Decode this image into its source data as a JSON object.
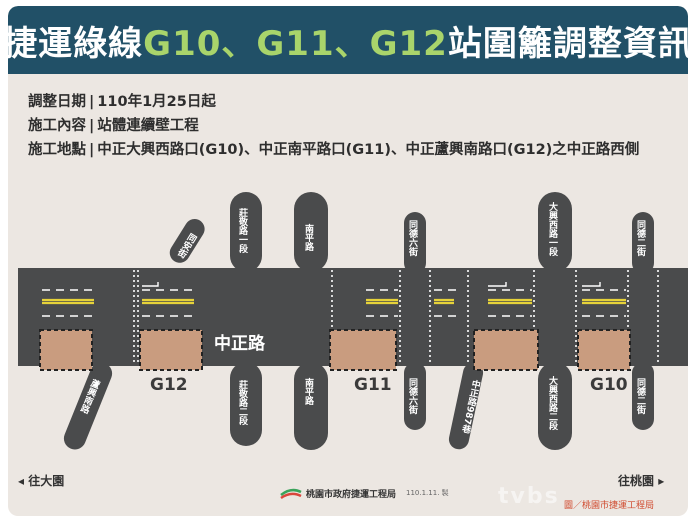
{
  "title": {
    "prefix": "捷運綠線",
    "highlight": "G10、G11、G12",
    "suffix": "站圍籬調整資訊"
  },
  "info": [
    {
      "label": "調整日期",
      "value": "110年1月25日起"
    },
    {
      "label": "施工內容",
      "value": "站體連續壁工程"
    },
    {
      "label": "施工地點",
      "value": "中正大興西路口(G10)、中正南平路口(G11)、中正蘆興南路口(G12)之中正路西側"
    }
  ],
  "map": {
    "main_road": "中正路",
    "stations": [
      "G12",
      "G11",
      "G10"
    ],
    "streets": {
      "tongan": "同安街",
      "zhuangjing_1": "莊敬路一段",
      "zhuangjing_2": "莊敬路二段",
      "nanping_n": "南平路",
      "nanping_s": "南平路",
      "tongde6_n": "同德六街",
      "tongde6_s": "同德六街",
      "lane987": "中正路987巷",
      "daxingxi_1": "大興西路一段",
      "daxingxi_2": "大興西路二段",
      "tongde2_n": "同德二街",
      "tongde2_s": "同德二街",
      "luxingnan": "蘆興南路"
    },
    "direction_left": "往大園",
    "direction_right": "往桃園",
    "direction_left_arrow": "◂",
    "direction_right_arrow": "▸"
  },
  "footer": {
    "organization": "桃園市政府捷運工程局",
    "date": "110.1.11. 製"
  },
  "overlay": {
    "watermark": "tvbs",
    "credit": "圖／桃園市捷運工程局"
  },
  "colors": {
    "header_bg": "#215067",
    "highlight": "#a9d46b",
    "road": "#4a4b4c",
    "fence": "#c99c7f",
    "lane_yellow": "#e6d23a"
  }
}
